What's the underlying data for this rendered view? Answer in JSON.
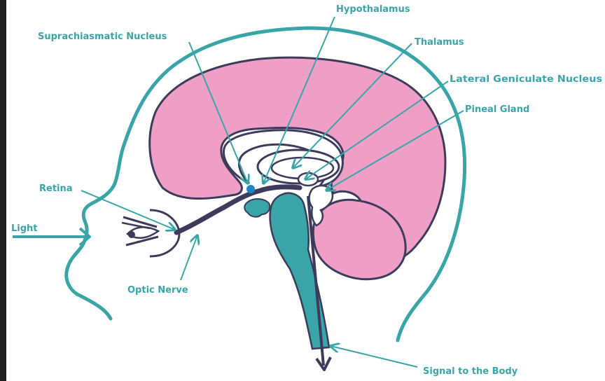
{
  "colors": {
    "teal": "#3aa5a8",
    "pink": "#ef9fc6",
    "dark": "#3d3b5c",
    "page": "#ffffff",
    "frame": "#1e1e1e"
  },
  "labels": {
    "hypothalamus": "Hypothalamus",
    "suprachiasmatic": "Suprachiasmatic Nucleus",
    "thalamus": "Thalamus",
    "lateral_geniculate": "Lateral Geniculate Nucleus",
    "pineal": "Pineal Gland",
    "retina": "Retina",
    "light": "Light",
    "optic_nerve": "Optic Nerve",
    "signal": "Signal to the Body"
  }
}
